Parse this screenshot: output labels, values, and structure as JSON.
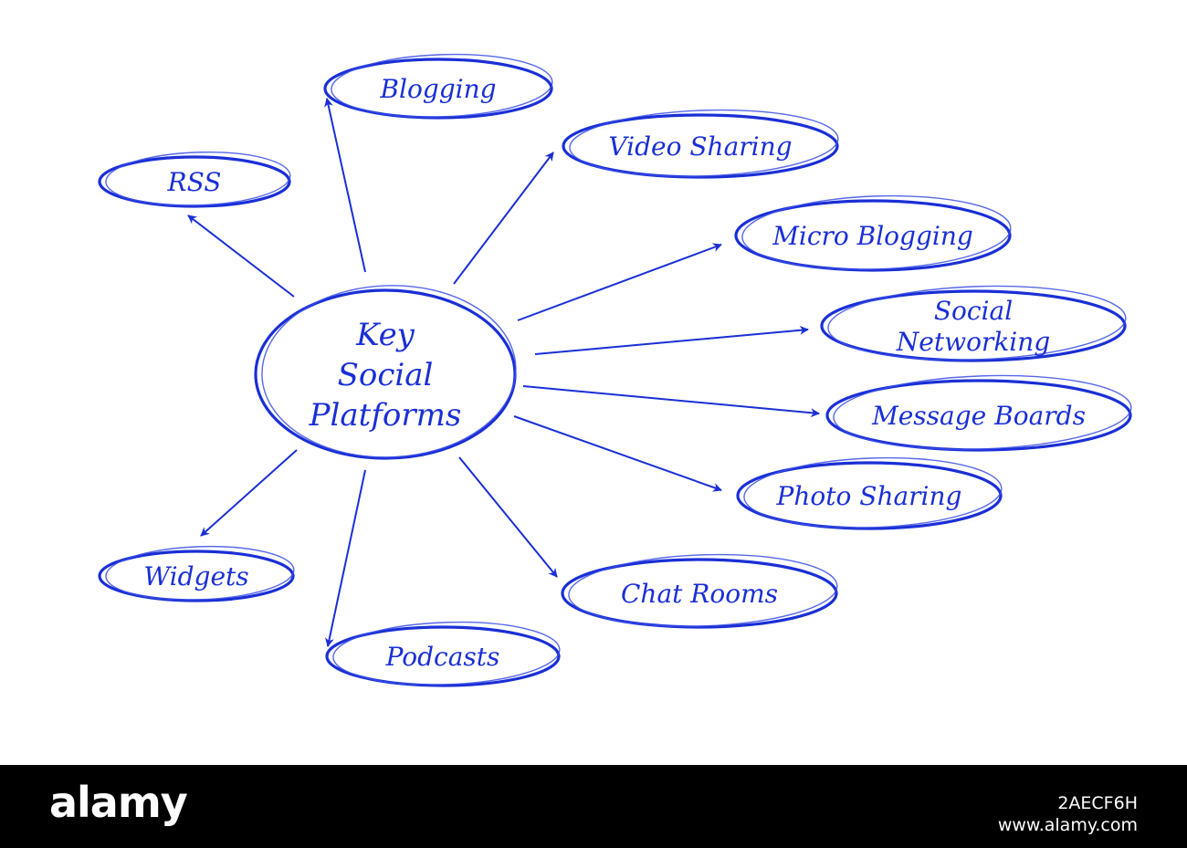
{
  "diagram": {
    "center": {
      "lines": [
        "Key",
        "Social",
        "Platforms"
      ]
    },
    "nodes": [
      {
        "id": "blogging",
        "lines": [
          "Blogging"
        ]
      },
      {
        "id": "video-sharing",
        "lines": [
          "Video Sharing"
        ]
      },
      {
        "id": "rss",
        "lines": [
          "RSS"
        ]
      },
      {
        "id": "micro-blogging",
        "lines": [
          "Micro Blogging"
        ]
      },
      {
        "id": "social-networking",
        "lines": [
          "Social",
          "Networking"
        ]
      },
      {
        "id": "message-boards",
        "lines": [
          "Message Boards"
        ]
      },
      {
        "id": "photo-sharing",
        "lines": [
          "Photo Sharing"
        ]
      },
      {
        "id": "chat-rooms",
        "lines": [
          "Chat Rooms"
        ]
      },
      {
        "id": "widgets",
        "lines": [
          "Widgets"
        ]
      },
      {
        "id": "podcasts",
        "lines": [
          "Podcasts"
        ]
      }
    ],
    "colors": {
      "ink": "#1a2fd6"
    }
  },
  "footer": {
    "brand": "alamy",
    "code": "2AECF6H",
    "site": "www.alamy.com"
  }
}
